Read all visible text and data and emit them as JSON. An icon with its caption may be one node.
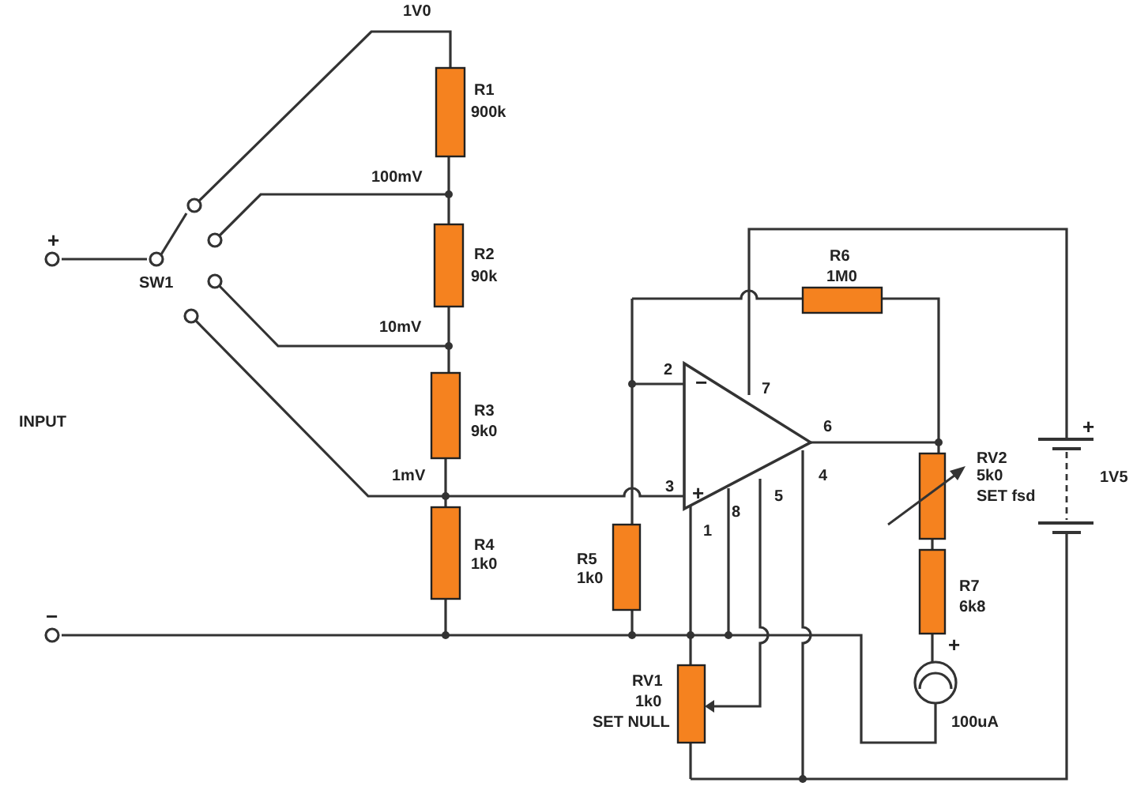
{
  "diagram": {
    "labels": [
      "1V0",
      "R1",
      "900k",
      "100mV",
      "+",
      "SW1",
      "R2",
      "90k",
      "R6",
      "1M0",
      "10mV",
      "2",
      "−",
      "7",
      "INPUT",
      "R3",
      "9k0",
      "6",
      "+",
      "RV2",
      "1mV",
      "4",
      "5k0",
      "1V5",
      "3",
      "+",
      "5",
      "SET fsd",
      "8",
      "1",
      "R4",
      "1k0",
      "R5",
      "1k0",
      "R7",
      "6k8",
      "−",
      "+",
      "RV1",
      "1k0",
      "SET NULL",
      "100uA"
    ]
  }
}
